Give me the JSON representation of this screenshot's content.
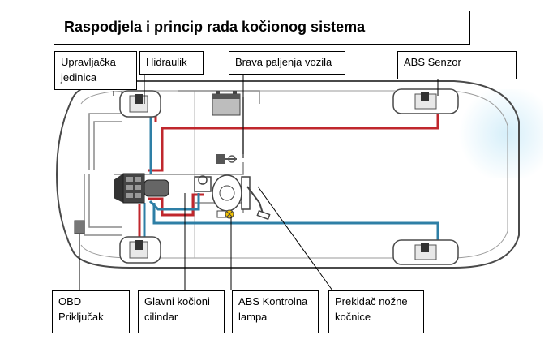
{
  "title": "Raspodjela i princip rada kočionog sistema",
  "labels": {
    "control_unit": "Upravljačka\njedinica",
    "hydraulic": "Hidraulik",
    "ignition_lock": "Brava paljenja vozila",
    "abs_sensor": "ABS Senzor",
    "obd_connector": "OBD\nPriključak",
    "master_cylinder": "Glavni kočioni\ncilindar",
    "abs_warning_lamp": "ABS Kontrolna\nlampa",
    "brake_switch": "Prekidač nožne\nkočnice"
  },
  "colors": {
    "outline": "#4a4a4a",
    "wiring": "#8a8a8a",
    "brake_line_red": "#c0272d",
    "brake_line_blue": "#2e7fa6",
    "lamp_yellow": "#f2c200",
    "battery": "#bdbdbd"
  }
}
